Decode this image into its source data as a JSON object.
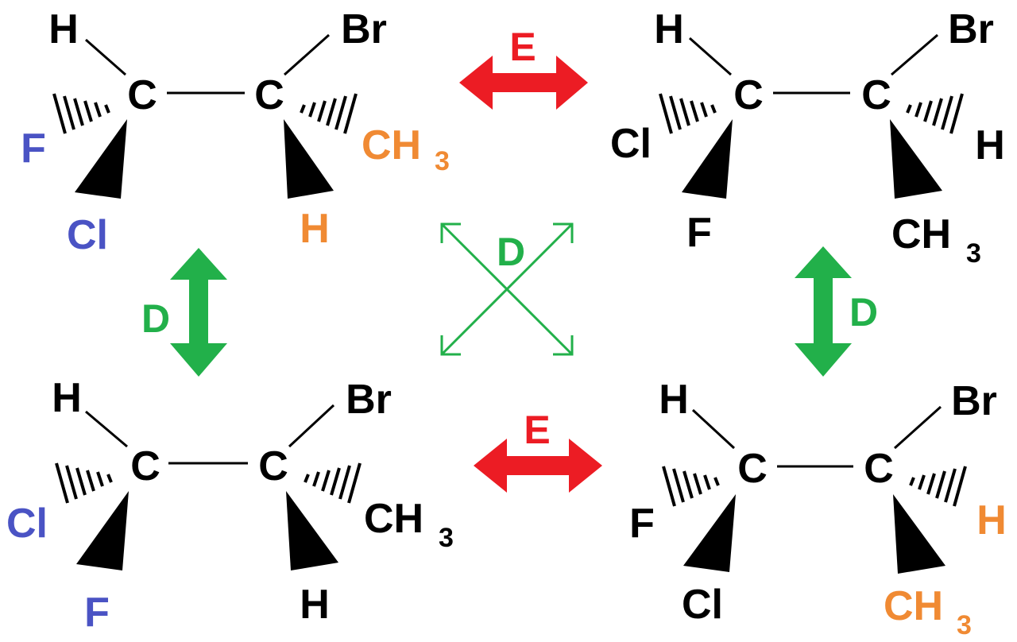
{
  "colors": {
    "default": "#000000",
    "halogen_swap": "#4a53c4",
    "methyl_swap": "#f08a33",
    "enantiomer": "#ec1c24",
    "diastereomer": "#22b04a"
  },
  "molecules": {
    "top_left": {
      "c1": "C",
      "c2": "C",
      "c1_top": "H",
      "c1_dash": "F",
      "c1_wedge": "Cl",
      "c2_top": "Br",
      "c2_dash": "CH",
      "c2_dash_sub": "3",
      "c2_wedge": "H"
    },
    "top_right": {
      "c1": "C",
      "c2": "C",
      "c1_top": "H",
      "c1_dash": "Cl",
      "c1_wedge": "F",
      "c2_top": "Br",
      "c2_dash": "H",
      "c2_wedge": "CH",
      "c2_wedge_sub": "3"
    },
    "bottom_left": {
      "c1": "C",
      "c2": "C",
      "c1_top": "H",
      "c1_dash": "Cl",
      "c1_wedge": "F",
      "c2_top": "Br",
      "c2_dash": "CH",
      "c2_dash_sub": "3",
      "c2_wedge": "H"
    },
    "bottom_right": {
      "c1": "C",
      "c2": "C",
      "c1_top": "H",
      "c1_dash": "F",
      "c1_wedge": "Cl",
      "c2_top": "Br",
      "c2_dash": "H",
      "c2_wedge": "CH",
      "c2_wedge_sub": "3"
    }
  },
  "relations": {
    "top": "E",
    "bottom": "E",
    "left": "D",
    "right": "D",
    "cross": "D"
  }
}
